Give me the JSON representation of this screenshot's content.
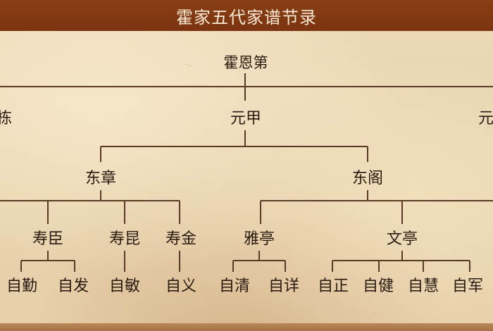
{
  "header": {
    "title": "霍家五代家谱节录"
  },
  "tree": {
    "root": "霍恩第",
    "gen2": {
      "left_partial": "栋",
      "center": "元甲",
      "right_partial": "元"
    },
    "gen3": {
      "left": "东章",
      "right": "东阁"
    },
    "gen4": {
      "a": "寿臣",
      "b": "寿昆",
      "c": "寿金",
      "d": "雅亭",
      "e": "文亭"
    },
    "gen5": {
      "a1": "自勤",
      "a2": "自发",
      "b1": "自敏",
      "c1": "自义",
      "d1": "自清",
      "d2": "自详",
      "e1": "自正",
      "e2": "自健",
      "e3": "自慧",
      "e4": "自军"
    }
  },
  "colors": {
    "line": "#5a3a24",
    "header_bg": "#7f3712",
    "header_text": "#fbe9d6"
  }
}
